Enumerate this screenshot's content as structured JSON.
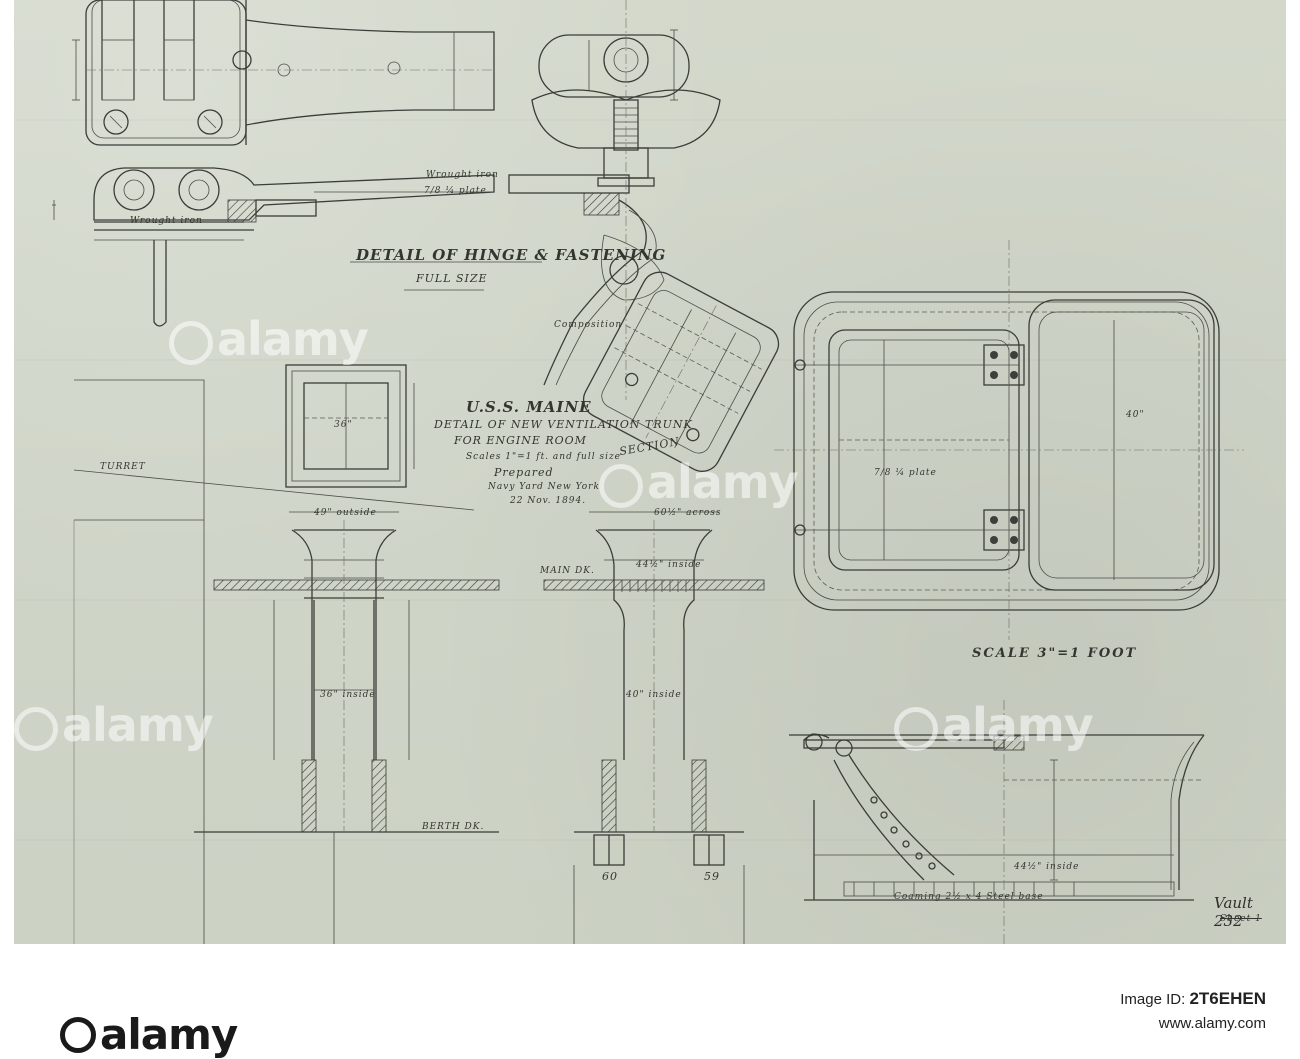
{
  "drawing": {
    "hinge_title": "DETAIL OF HINGE & FASTENING",
    "hinge_scale": "FULL SIZE",
    "main_title": "U.S.S. MAINE",
    "main_sub1": "DETAIL OF NEW VENTILATION TRUNK",
    "main_sub2": "FOR ENGINE ROOM",
    "main_scale": "Scales 1\"=1 ft. and full size",
    "prepared": "Prepared",
    "yard": "Navy Yard New York",
    "date": "22 Nov. 1894.",
    "plan_scale": "SCALE 3\"=1 FOOT",
    "section_label": "SECTION",
    "label_wrought_iron": "Wrought iron",
    "label_plate": "7/8 ¼ plate",
    "label_composition": "Composition",
    "label_turret": "TURRET",
    "label_wrought_iron2": "Wrought iron",
    "frame_60": "60",
    "frame_59": "59",
    "dim_49_outside": "49\" outside",
    "dim_60_across": "60½\" across",
    "dim_44_inside": "44½\" inside",
    "dim_36_inside": "36\" inside",
    "dim_40_inside": "40\" inside",
    "dim_40": "40\"",
    "dim_36": "36\"",
    "dim_plate_plan": "7/8 ¼ plate",
    "dim_44_inside_bottom": "44½\" inside",
    "dim_coaming": "Coaming 2½ x 4 Steel base",
    "berth_dk": "BERTH DK.",
    "main_dk": "MAIN DK.",
    "vault_ref": "Vault 232",
    "vault_sub": "Sheet 1"
  },
  "watermark": {
    "brand": "alamy",
    "positions_note": ""
  },
  "footer": {
    "brand": "alamy",
    "image_id_label": "Image ID:",
    "image_id": "2T6EHEN",
    "url": "www.alamy.com"
  }
}
